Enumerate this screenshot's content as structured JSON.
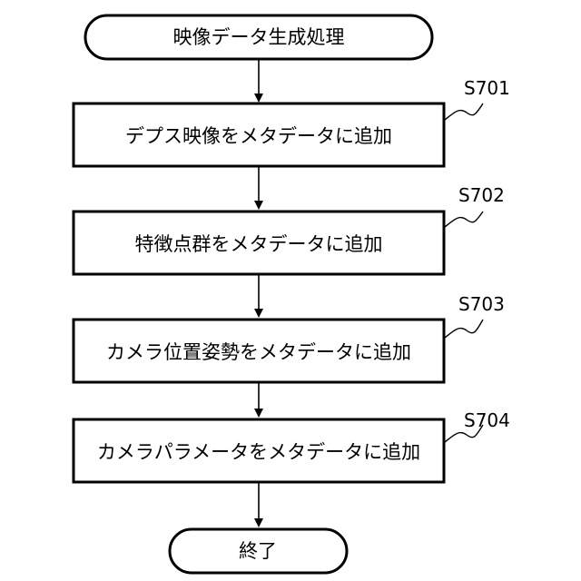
{
  "flowchart": {
    "start": {
      "label": "映像データ生成処理"
    },
    "steps": [
      {
        "id": "S701",
        "label": "デプス映像をメタデータに追加"
      },
      {
        "id": "S702",
        "label": "特徴点群をメタデータに追加"
      },
      {
        "id": "S703",
        "label": "カメラ位置姿勢をメタデータに追加"
      },
      {
        "id": "S704",
        "label": "カメラパラメータをメタデータに追加"
      }
    ],
    "end": {
      "label": "終了"
    }
  }
}
